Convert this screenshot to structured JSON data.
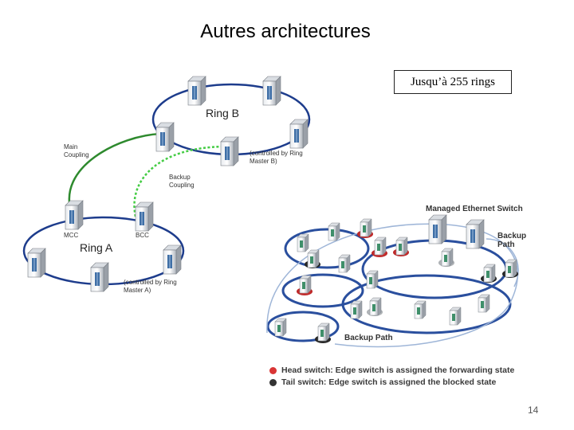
{
  "slide": {
    "title": "Autres architectures",
    "callout": "Jusqu’à 255 rings",
    "page_number": "14"
  },
  "left_diagram": {
    "ring_b_label": "Ring B",
    "ring_a_label": "Ring A",
    "main_coupling": [
      "Main",
      "Coupling"
    ],
    "backup_coupling": [
      "Backup",
      "Coupling"
    ],
    "controlled_b": [
      "(controlled by Ring",
      "Master B)"
    ],
    "controlled_a": [
      "(controlled by Ring",
      "Master A)"
    ],
    "mcc_label": "MCC",
    "bcc_label": "BCC",
    "colors": {
      "main_link": "#2e8a2e",
      "backup_link": "#44cc44",
      "ring": "#1d3c8c"
    }
  },
  "right_diagram": {
    "title": "Managed Ethernet Switch",
    "backup_path_right": [
      "Backup",
      "Path"
    ],
    "backup_path_bottom": "Backup Path",
    "legend": [
      {
        "text": "Head switch: Edge switch is assigned the forwarding state",
        "color": "#d93535"
      },
      {
        "text": "Tail switch: Edge switch is assigned the blocked state",
        "color": "#333333"
      }
    ]
  }
}
